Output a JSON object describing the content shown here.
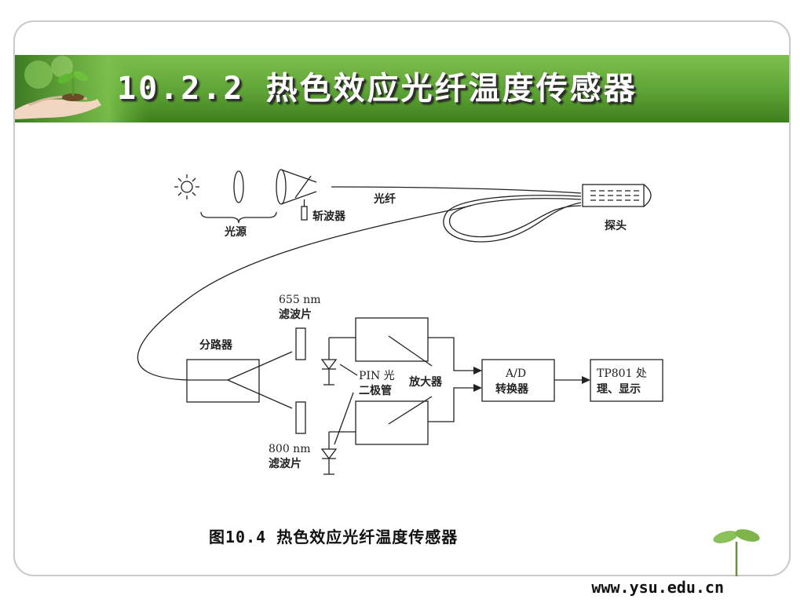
{
  "header": {
    "title": "10.2.2  热色效应光纤温度传感器",
    "colors": {
      "banner": "#5da235",
      "title_text": "#ffffff"
    }
  },
  "diagram": {
    "labels": {
      "light_source": "光源",
      "chopper": "斩波器",
      "fiber": "光纤",
      "probe": "探头",
      "filter_655_nm": "655 nm",
      "filter_655_name": "滤波片",
      "splitter": "分路器",
      "pin_line1": "PIN 光",
      "pin_line2": "二极管",
      "amplifier": "放大器",
      "ad_line1": "A/D",
      "ad_line2": "转换器",
      "tp_line1": "TP801 处",
      "tp_line2": "理、显示",
      "filter_800_nm": "800 nm",
      "filter_800_name": "滤波片"
    }
  },
  "caption": "图10.4  热色效应光纤温度传感器",
  "footer": {
    "url": "www.ysu.edu.cn"
  }
}
